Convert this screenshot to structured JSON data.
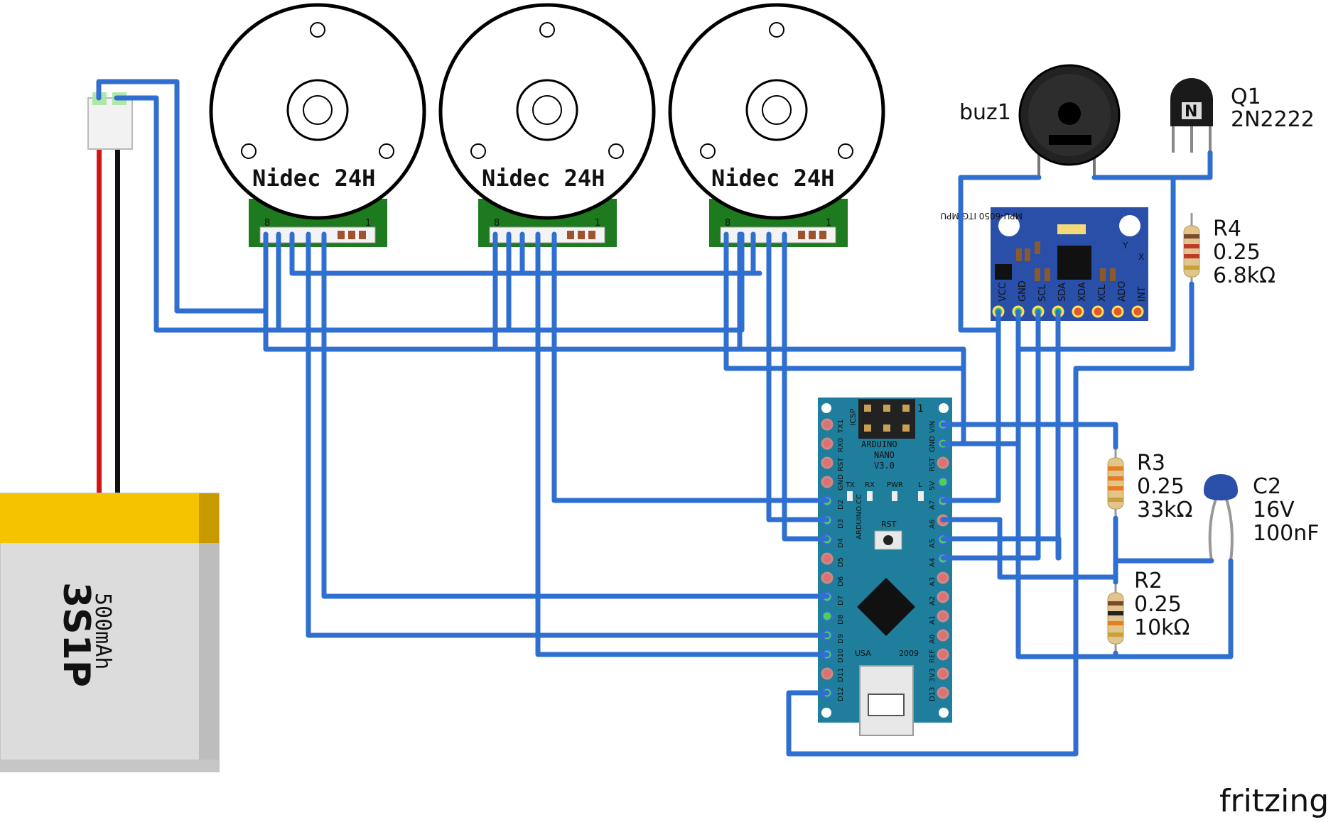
{
  "motors": [
    {
      "label": "Nidec 24H",
      "pin_left": "8",
      "pin_right": "1"
    },
    {
      "label": "Nidec 24H",
      "pin_left": "8",
      "pin_right": "1"
    },
    {
      "label": "Nidec 24H",
      "pin_left": "8",
      "pin_right": "1"
    }
  ],
  "battery": {
    "capacity": "500mAh",
    "config": "3S1P"
  },
  "buzzer": {
    "name": "buz1"
  },
  "transistor": {
    "name": "Q1",
    "part": "2N2222",
    "symbol": "N"
  },
  "resistors": [
    {
      "name": "R4",
      "power": "0.25",
      "value": "6.8kΩ"
    },
    {
      "name": "R3",
      "power": "0.25",
      "value": "33kΩ"
    },
    {
      "name": "R2",
      "power": "0.25",
      "value": "10kΩ"
    }
  ],
  "capacitor": {
    "name": "C2",
    "voltage": "16V",
    "value": "100nF"
  },
  "imu": {
    "title": "MPU-6050 ITG/MPU",
    "pins": [
      "VCC",
      "GND",
      "SCL",
      "SDA",
      "XDA",
      "XCL",
      "ADO",
      "INT"
    ],
    "axis_y": "Y",
    "axis_x": "X"
  },
  "arduino": {
    "title_line1": "ARDUINO",
    "title_line2": "NANO",
    "title_line3": "V3.0",
    "site": "ARDUINO.CC",
    "icsp": "ICSP",
    "one": "1",
    "rst_button": "RST",
    "usa": "USA",
    "year": "2009",
    "leds": [
      "TX",
      "RX",
      "PWR",
      "L"
    ],
    "left_pins": [
      "TX1",
      "RX0",
      "RST",
      "GND",
      "D2",
      "D3",
      "D4",
      "D5",
      "D6",
      "D7",
      "D8",
      "D9",
      "D10",
      "D11",
      "D12"
    ],
    "right_pins": [
      "VIN",
      "GND",
      "RST",
      "5V",
      "A7",
      "A6",
      "A5",
      "A4",
      "A3",
      "A2",
      "A1",
      "A0",
      "REF",
      "3V3",
      "D13"
    ]
  },
  "watermark": "fritzing",
  "colors": {
    "wire": "#2f6fcf",
    "wire_edge": "#1c4f9f",
    "pcb_green": "#1e7a1e",
    "nano_blue": "#1f7e9c",
    "imu_blue": "#2a4fa8",
    "battery_yellow": "#f5c400",
    "battery_gray": "#d9d9d9",
    "red_lead": "#d61414",
    "black_lead": "#111111"
  }
}
